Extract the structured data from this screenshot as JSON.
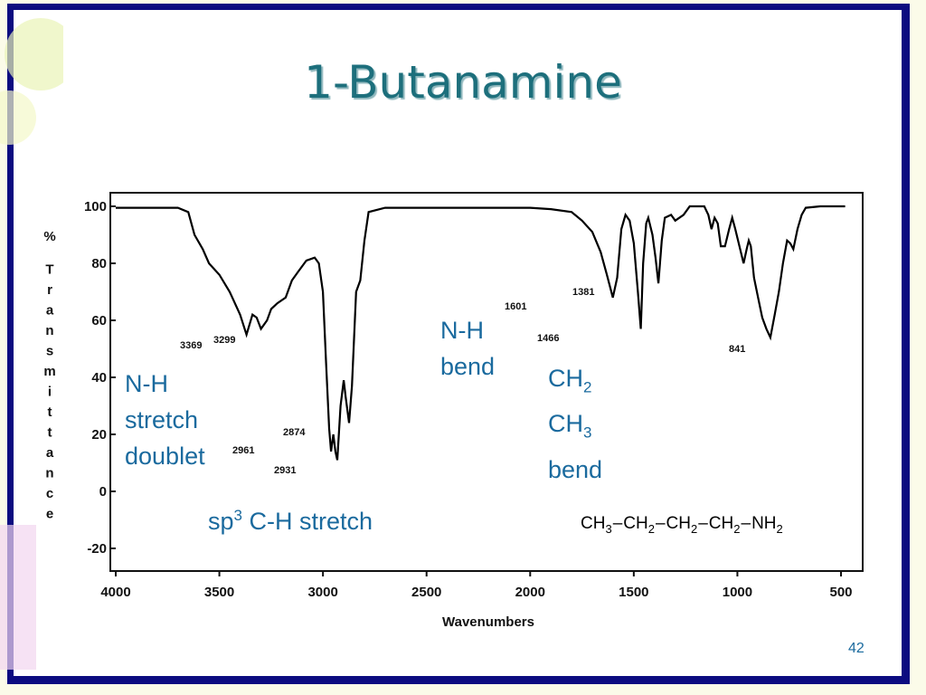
{
  "slide": {
    "title": "1-Butanamine",
    "page_number": "42"
  },
  "colors": {
    "frame": "#0c0c80",
    "title": "#1d6f7c",
    "annotation": "#1a6a9e",
    "spectrum": "#000000"
  },
  "annotations": {
    "nh_stretch": [
      "N-H",
      "stretch",
      "doublet"
    ],
    "sp3": {
      "prefix": "sp",
      "sup": "3",
      "rest": " C-H stretch"
    },
    "nh_bend": [
      "N-H",
      "bend"
    ],
    "ch_bend": {
      "ch2": "CH",
      "ch2_sub": "2",
      "ch3": "CH",
      "ch3_sub": "3",
      "word": "bend"
    }
  },
  "formula": [
    {
      "text": "CH",
      "sub": "3"
    },
    {
      "text": "CH",
      "sub": "2"
    },
    {
      "text": "CH",
      "sub": "2"
    },
    {
      "text": "CH",
      "sub": "2"
    },
    {
      "text": "NH",
      "sub": "2"
    }
  ],
  "chart_data": {
    "type": "line",
    "xlabel": "Wavenumbers",
    "ylabel": "% Transmittance",
    "xlim": [
      4000,
      500
    ],
    "ylim": [
      -20,
      100
    ],
    "x_reversed": true,
    "x_ticks": [
      4000,
      3500,
      3000,
      2500,
      2000,
      1500,
      1000,
      500
    ],
    "y_ticks": [
      100,
      80,
      60,
      40,
      20,
      0,
      -20
    ],
    "grid": false,
    "series": [
      {
        "points": [
          [
            4000,
            99.5
          ],
          [
            3800,
            99.5
          ],
          [
            3700,
            99.5
          ],
          [
            3650,
            98
          ],
          [
            3620,
            90
          ],
          [
            3580,
            85
          ],
          [
            3550,
            80
          ],
          [
            3500,
            76
          ],
          [
            3450,
            70
          ],
          [
            3400,
            62
          ],
          [
            3369,
            55
          ],
          [
            3340,
            62
          ],
          [
            3320,
            61
          ],
          [
            3299,
            57
          ],
          [
            3270,
            60
          ],
          [
            3250,
            64
          ],
          [
            3220,
            66
          ],
          [
            3180,
            68
          ],
          [
            3150,
            74
          ],
          [
            3120,
            77
          ],
          [
            3080,
            81
          ],
          [
            3040,
            82
          ],
          [
            3020,
            80
          ],
          [
            3000,
            70
          ],
          [
            2985,
            45
          ],
          [
            2970,
            22
          ],
          [
            2961,
            14
          ],
          [
            2950,
            20
          ],
          [
            2940,
            14
          ],
          [
            2931,
            11
          ],
          [
            2915,
            30
          ],
          [
            2900,
            39
          ],
          [
            2890,
            33
          ],
          [
            2874,
            24
          ],
          [
            2860,
            37
          ],
          [
            2840,
            70
          ],
          [
            2820,
            74
          ],
          [
            2800,
            88
          ],
          [
            2780,
            98
          ],
          [
            2700,
            99.5
          ],
          [
            2000,
            99.5
          ],
          [
            1900,
            99
          ],
          [
            1800,
            98
          ],
          [
            1750,
            95
          ],
          [
            1700,
            91
          ],
          [
            1660,
            84
          ],
          [
            1630,
            76
          ],
          [
            1601,
            68
          ],
          [
            1580,
            75
          ],
          [
            1560,
            92
          ],
          [
            1540,
            97
          ],
          [
            1520,
            95
          ],
          [
            1500,
            87
          ],
          [
            1480,
            70
          ],
          [
            1466,
            57
          ],
          [
            1455,
            80
          ],
          [
            1440,
            94
          ],
          [
            1430,
            96
          ],
          [
            1410,
            90
          ],
          [
            1395,
            82
          ],
          [
            1381,
            73
          ],
          [
            1365,
            88
          ],
          [
            1350,
            96
          ],
          [
            1320,
            97
          ],
          [
            1300,
            95
          ],
          [
            1260,
            97
          ],
          [
            1230,
            100
          ],
          [
            1160,
            100
          ],
          [
            1140,
            97
          ],
          [
            1125,
            92
          ],
          [
            1110,
            96
          ],
          [
            1095,
            94
          ],
          [
            1080,
            86
          ],
          [
            1060,
            86
          ],
          [
            1040,
            92
          ],
          [
            1025,
            96
          ],
          [
            1010,
            92
          ],
          [
            990,
            86
          ],
          [
            970,
            80
          ],
          [
            955,
            85
          ],
          [
            945,
            88
          ],
          [
            935,
            86
          ],
          [
            920,
            75
          ],
          [
            900,
            68
          ],
          [
            880,
            61
          ],
          [
            860,
            57
          ],
          [
            841,
            54
          ],
          [
            820,
            62
          ],
          [
            800,
            70
          ],
          [
            780,
            80
          ],
          [
            760,
            88
          ],
          [
            745,
            87
          ],
          [
            730,
            85
          ],
          [
            710,
            92
          ],
          [
            690,
            97
          ],
          [
            670,
            99.5
          ],
          [
            600,
            100
          ],
          [
            480,
            100
          ]
        ]
      }
    ],
    "peak_labels": [
      "3369",
      "3299",
      "2961",
      "2931",
      "2874",
      "1601",
      "1466",
      "1381",
      "841"
    ]
  }
}
